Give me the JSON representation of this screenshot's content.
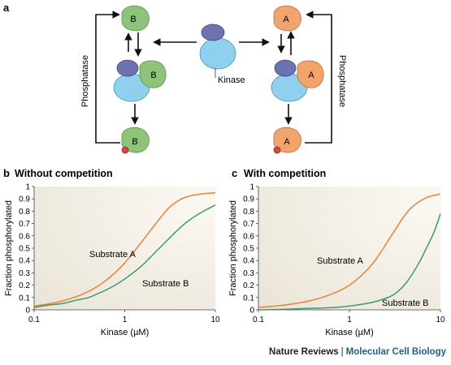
{
  "panel_a": {
    "letter": "a",
    "labels": {
      "substrate_a": "A",
      "substrate_b": "B",
      "kinase": "Kinase",
      "phosphatase": "Phosphatase"
    },
    "colors": {
      "kinase_body": "#8fd0ef",
      "kinase_head": "#6d73b1",
      "substrate_a": "#f3a46c",
      "substrate_b": "#8ec47a",
      "phospho_dot": "#d9463a"
    }
  },
  "panel_b": {
    "letter": "b",
    "title": "Without competition"
  },
  "panel_c": {
    "letter": "c",
    "title": "With competition"
  },
  "chart_data": [
    {
      "type": "line",
      "title": "Without competition",
      "xlabel": "Kinase (µM)",
      "ylabel": "Fraction phosphorylated",
      "xscale": "log",
      "xlim": [
        0.1,
        10
      ],
      "ylim": [
        0,
        1
      ],
      "xticks": [
        "0.1",
        "1",
        "10"
      ],
      "yticks": [
        "0",
        "0.1",
        "0.2",
        "0.3",
        "0.4",
        "0.5",
        "0.6",
        "0.7",
        "0.8",
        "0.9",
        "1"
      ],
      "grid": false,
      "series": [
        {
          "name": "Substrate A",
          "color": "#e8823a",
          "x": [
            0.1,
            0.15,
            0.2,
            0.3,
            0.4,
            0.5,
            0.7,
            1,
            1.5,
            2,
            3,
            4,
            5,
            7,
            10
          ],
          "y": [
            0.03,
            0.05,
            0.07,
            0.11,
            0.15,
            0.19,
            0.27,
            0.38,
            0.54,
            0.66,
            0.82,
            0.89,
            0.92,
            0.94,
            0.95
          ]
        },
        {
          "name": "Substrate B",
          "color": "#3a9e6a",
          "x": [
            0.1,
            0.15,
            0.2,
            0.3,
            0.4,
            0.5,
            0.7,
            1,
            1.5,
            2,
            3,
            4,
            5,
            7,
            10
          ],
          "y": [
            0.02,
            0.04,
            0.05,
            0.08,
            0.1,
            0.13,
            0.18,
            0.25,
            0.35,
            0.44,
            0.57,
            0.66,
            0.72,
            0.79,
            0.85
          ]
        }
      ]
    },
    {
      "type": "line",
      "title": "With competition",
      "xlabel": "Kinase (µM)",
      "ylabel": "Fraction phosphorylated",
      "xscale": "log",
      "xlim": [
        0.1,
        10
      ],
      "ylim": [
        0,
        1
      ],
      "xticks": [
        "0.1",
        "1",
        "10"
      ],
      "yticks": [
        "0",
        "0.1",
        "0.2",
        "0.3",
        "0.4",
        "0.5",
        "0.6",
        "0.7",
        "0.8",
        "0.9",
        "1"
      ],
      "grid": false,
      "series": [
        {
          "name": "Substrate A",
          "color": "#e8823a",
          "x": [
            0.1,
            0.15,
            0.2,
            0.3,
            0.4,
            0.5,
            0.7,
            1,
            1.5,
            2,
            3,
            4,
            5,
            7,
            10
          ],
          "y": [
            0.02,
            0.03,
            0.04,
            0.06,
            0.08,
            0.1,
            0.14,
            0.2,
            0.31,
            0.42,
            0.62,
            0.76,
            0.84,
            0.91,
            0.94
          ]
        },
        {
          "name": "Substrate B",
          "color": "#3a9e6a",
          "x": [
            0.1,
            0.2,
            0.3,
            0.5,
            0.7,
            1,
            1.5,
            2,
            3,
            4,
            5,
            6,
            7,
            8.5,
            10
          ],
          "y": [
            0.0,
            0.005,
            0.01,
            0.015,
            0.02,
            0.03,
            0.05,
            0.07,
            0.12,
            0.2,
            0.3,
            0.4,
            0.5,
            0.63,
            0.78
          ]
        }
      ]
    }
  ],
  "credit": {
    "journal": "Nature Reviews",
    "separator": "|",
    "section": "Molecular Cell Biology"
  }
}
